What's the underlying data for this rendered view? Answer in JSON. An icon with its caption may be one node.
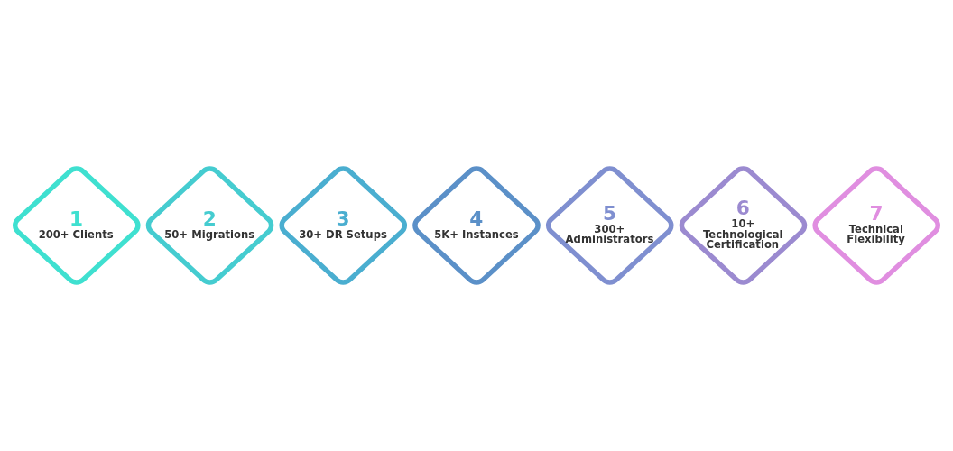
{
  "diagram": {
    "nodes": [
      {
        "text": [
          "1",
          "200+ Clients"
        ]
      },
      {
        "text": [
          "2",
          "50+ Migrations"
        ]
      },
      {
        "text": [
          "3",
          "30+ DR Setups"
        ]
      },
      {
        "text": [
          "4",
          "5K+ Instances"
        ]
      },
      {
        "text": [
          "5",
          "300+ Administrators"
        ]
      },
      {
        "text": [
          "6",
          "10+ Technological Certification"
        ]
      },
      {
        "text": [
          "7",
          "Technical Flexibility"
        ]
      }
    ],
    "edges": []
  }
}
